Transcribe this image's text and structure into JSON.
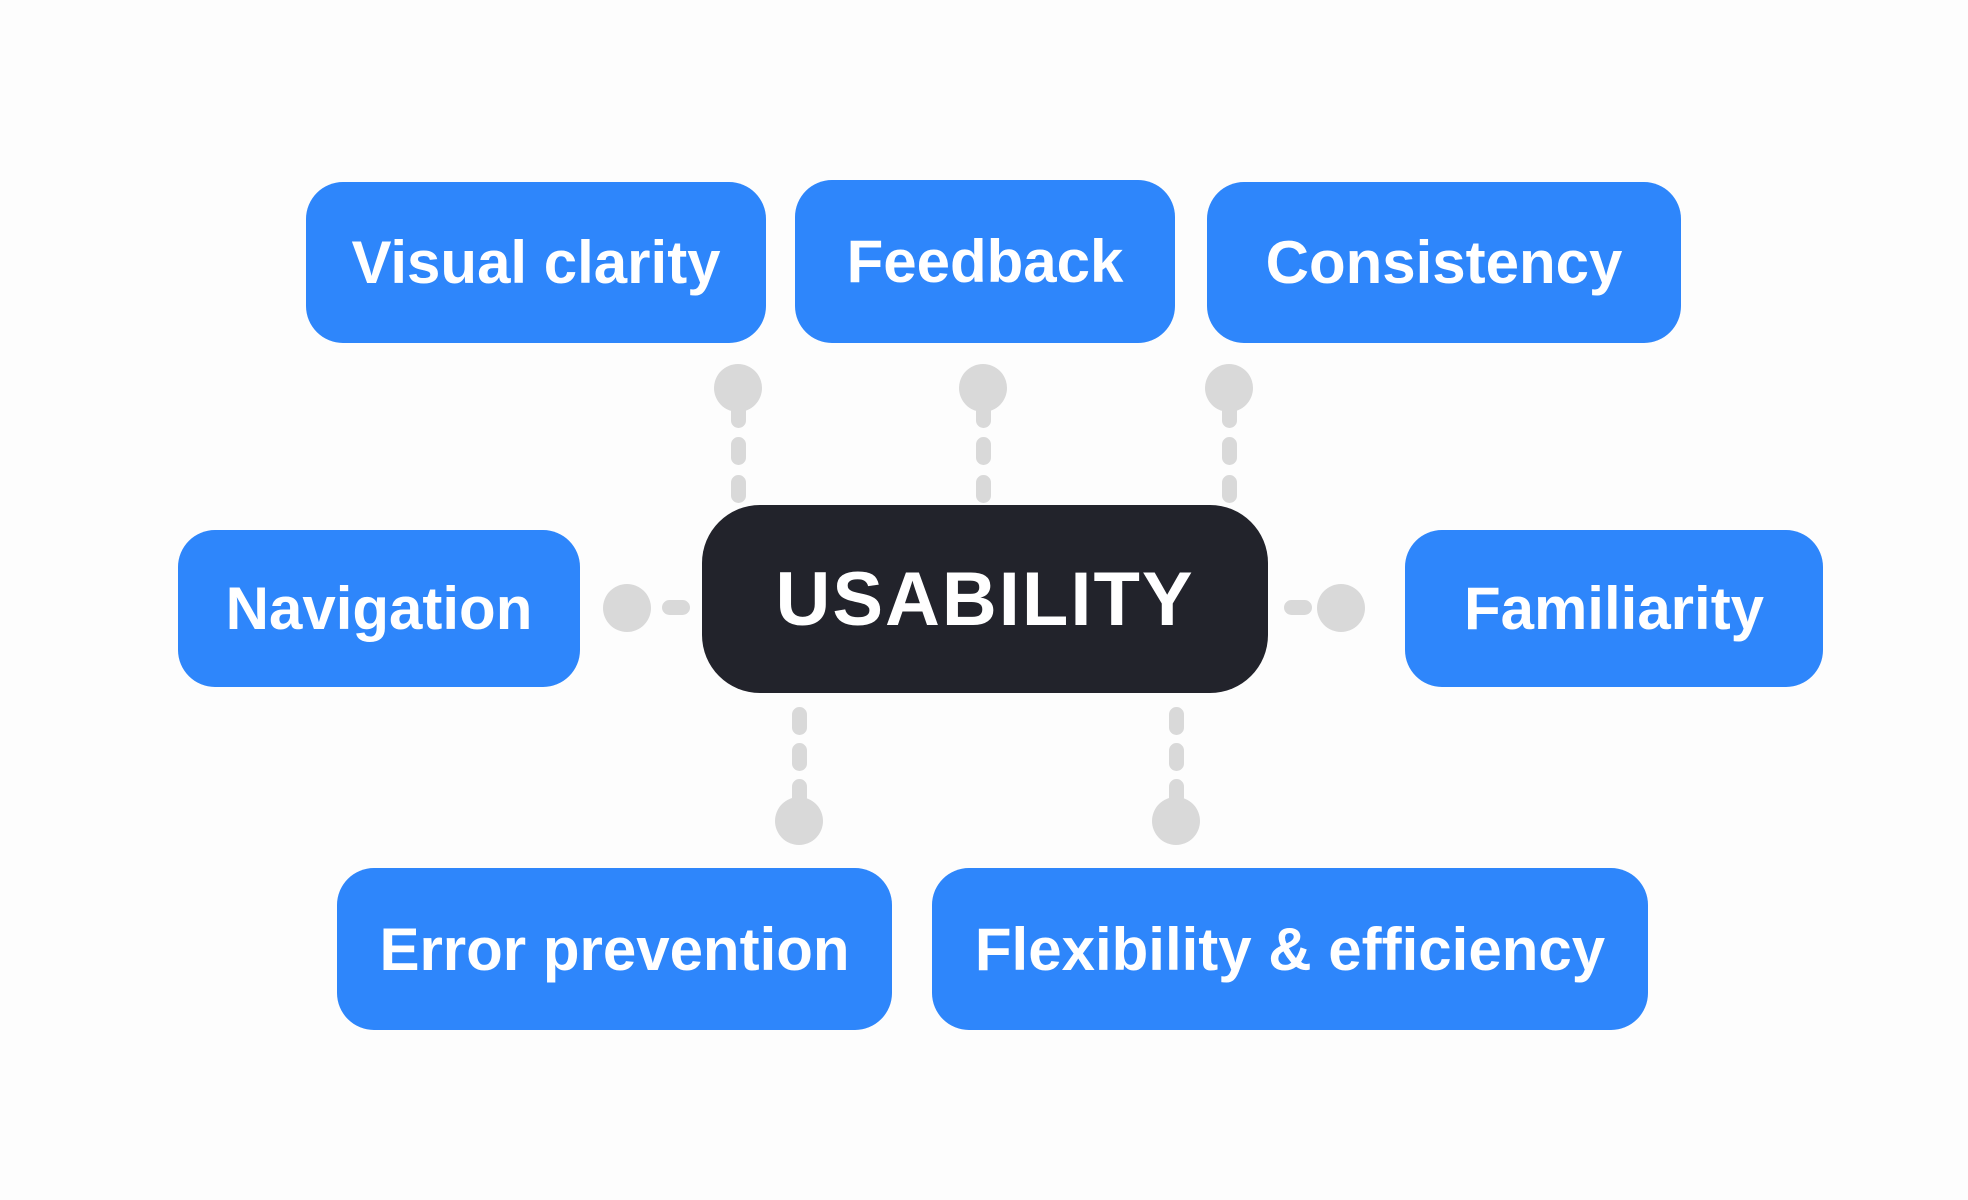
{
  "diagram": {
    "center_label": "USABILITY",
    "nodes": [
      {
        "id": "visual-clarity",
        "label": "Visual clarity",
        "position": "top-left"
      },
      {
        "id": "feedback",
        "label": "Feedback",
        "position": "top-center"
      },
      {
        "id": "consistency",
        "label": "Consistency",
        "position": "top-right"
      },
      {
        "id": "navigation",
        "label": "Navigation",
        "position": "middle-left"
      },
      {
        "id": "familiarity",
        "label": "Familiarity",
        "position": "middle-right"
      },
      {
        "id": "error-prevention",
        "label": "Error prevention",
        "position": "bottom-left"
      },
      {
        "id": "flexibility-efficiency",
        "label": "Flexibility & efficiency",
        "position": "bottom-right"
      }
    ],
    "colors": {
      "node_blue": "#2E86FB",
      "center_dark": "#22232B",
      "connector_gray": "#D9D9D9",
      "background": "#FDFDFD",
      "text": "#FFFFFF"
    }
  }
}
